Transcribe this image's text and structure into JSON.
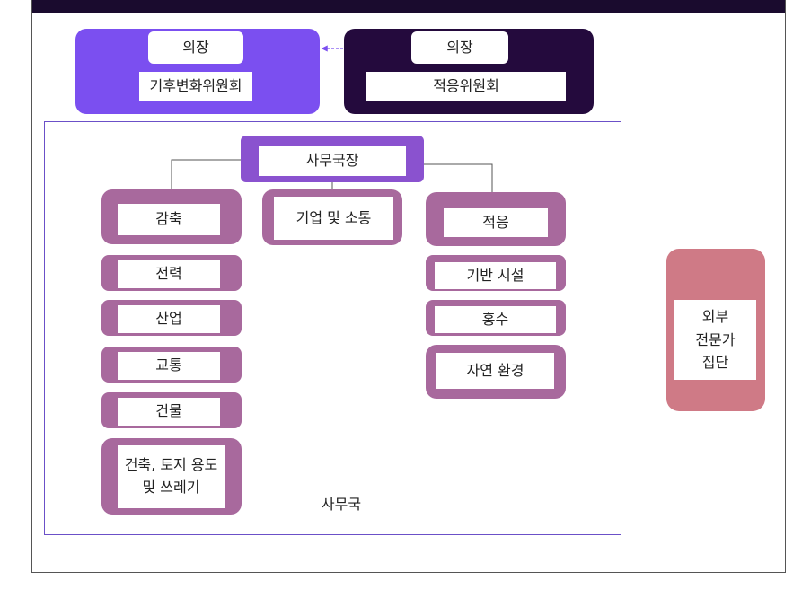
{
  "climate_committee": {
    "chair": "의장",
    "name": "기후변화위원회"
  },
  "adaptation_committee": {
    "chair": "의장",
    "name": "적응위원회"
  },
  "secretariat": {
    "head": "사무국장",
    "label": "사무국",
    "mitigation": {
      "title": "감축",
      "items": [
        "전력",
        "산업",
        "교통",
        "건물",
        "건축, 토지 용도\n및 쓰레기"
      ]
    },
    "business": {
      "title": "기업 및 소통"
    },
    "adaptation": {
      "title": "적응",
      "items": [
        "기반 시설",
        "홍수",
        "자연 환경"
      ]
    }
  },
  "experts": {
    "label": "외부\n전문가\n집단"
  },
  "colors": {
    "climate_committee": "#7b4ff0",
    "adaptation_committee": "#240a3d",
    "head": "#8a52cf",
    "units": "#a8699d",
    "experts": "#cf7a86",
    "secretariat_border": "#6b50c8",
    "arrow": "#7b4ff0"
  }
}
